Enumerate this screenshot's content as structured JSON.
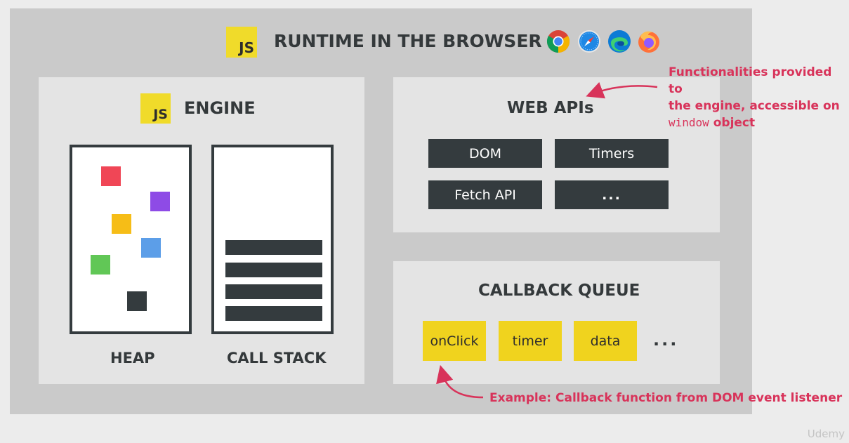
{
  "runtime": {
    "title": "RUNTIME IN THE BROWSER",
    "logo_text": "JS",
    "browser_icons": [
      "chrome-icon",
      "safari-icon",
      "edge-icon",
      "firefox-icon"
    ]
  },
  "engine": {
    "logo_text": "JS",
    "title": "ENGINE",
    "heap_label": "HEAP",
    "callstack_label": "CALL STACK"
  },
  "heap_block_colors": [
    "#f04656",
    "#8e4be6",
    "#f6bd17",
    "#5c9ee8",
    "#61c756",
    "#343b3e"
  ],
  "web_apis": {
    "title": "WEB APIs",
    "items": [
      "DOM",
      "Timers",
      "Fetch API",
      "..."
    ]
  },
  "callback_queue": {
    "title": "CALLBACK QUEUE",
    "items": [
      "onClick",
      "timer",
      "data"
    ],
    "more": "..."
  },
  "annotations": {
    "web_apis_line1": "Functionalities provided to",
    "web_apis_line2": "the engine, accessible on",
    "web_apis_code": "window",
    "web_apis_line3_rest": " object",
    "callback": "Example: Callback function from DOM event listener"
  },
  "colors": {
    "accent": "#d8335a",
    "js_yellow": "#f0db2a",
    "dark": "#343b3e",
    "queue_yellow": "#f0d31e"
  },
  "watermark": "Udemy"
}
